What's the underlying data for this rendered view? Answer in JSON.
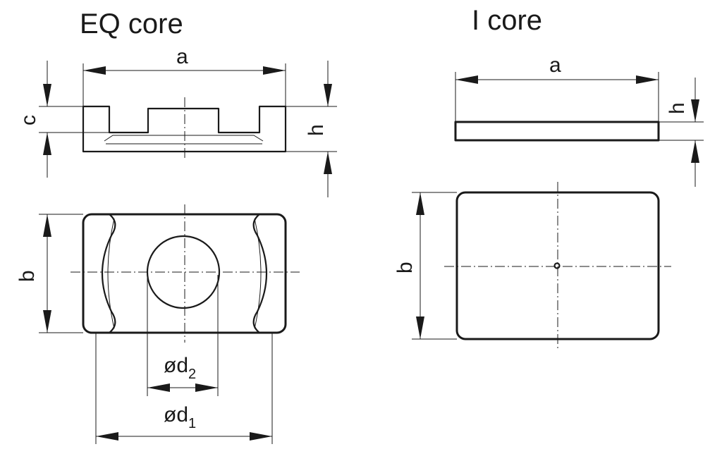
{
  "eq_core": {
    "title": "EQ core",
    "label_a": "a",
    "label_c": "c",
    "label_h": "h",
    "label_b": "b",
    "label_d2_main": "ød",
    "label_d2_sub": "2",
    "label_d1_main": "ød",
    "label_d1_sub": "1"
  },
  "i_core": {
    "title": "I core",
    "label_a": "a",
    "label_h": "h",
    "label_b": "b"
  }
}
